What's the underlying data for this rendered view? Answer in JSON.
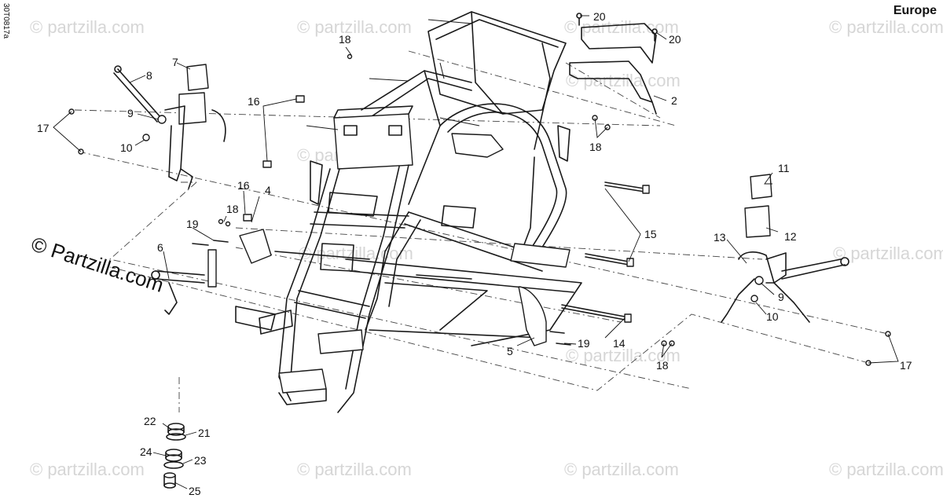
{
  "region_label": "Europe",
  "doc_id": "30T0817a",
  "watermark": "© Partzilla.com",
  "watermark_small": "© partzilla.com",
  "callouts": [
    {
      "id": "c2",
      "text": "2"
    },
    {
      "id": "c4",
      "text": "4"
    },
    {
      "id": "c5",
      "text": "5"
    },
    {
      "id": "c6",
      "text": "6"
    },
    {
      "id": "c7",
      "text": "7"
    },
    {
      "id": "c8",
      "text": "8"
    },
    {
      "id": "c9a",
      "text": "9"
    },
    {
      "id": "c9b",
      "text": "9"
    },
    {
      "id": "c10a",
      "text": "10"
    },
    {
      "id": "c10b",
      "text": "10"
    },
    {
      "id": "c11",
      "text": "11"
    },
    {
      "id": "c12",
      "text": "12"
    },
    {
      "id": "c13",
      "text": "13"
    },
    {
      "id": "c14",
      "text": "14"
    },
    {
      "id": "c15",
      "text": "15"
    },
    {
      "id": "c16a",
      "text": "16"
    },
    {
      "id": "c16b",
      "text": "16"
    },
    {
      "id": "c17a",
      "text": "17"
    },
    {
      "id": "c17b",
      "text": "17"
    },
    {
      "id": "c18a",
      "text": "18"
    },
    {
      "id": "c18b",
      "text": "18"
    },
    {
      "id": "c18c",
      "text": "18"
    },
    {
      "id": "c18d",
      "text": "18"
    },
    {
      "id": "c19a",
      "text": "19"
    },
    {
      "id": "c19b",
      "text": "19"
    },
    {
      "id": "c20a",
      "text": "20"
    },
    {
      "id": "c20b",
      "text": "20"
    },
    {
      "id": "c21",
      "text": "21"
    },
    {
      "id": "c22",
      "text": "22"
    },
    {
      "id": "c23",
      "text": "23"
    },
    {
      "id": "c24",
      "text": "24"
    },
    {
      "id": "c25",
      "text": "25"
    }
  ]
}
